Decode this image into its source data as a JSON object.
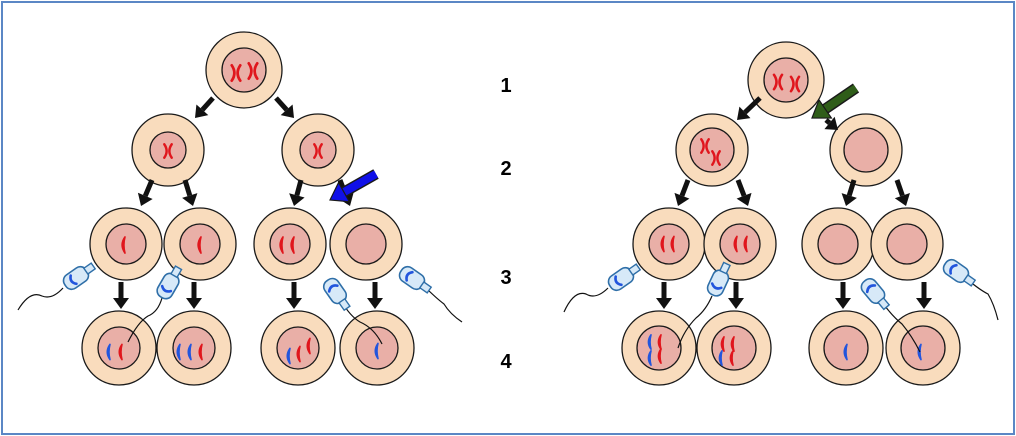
{
  "diagram": {
    "step_labels": [
      "1",
      "2",
      "3",
      "4"
    ],
    "colors": {
      "frame": "#5b87c5",
      "cell_fill": "#f9dcbd",
      "nucleus_fill": "#e9afa7",
      "outline": "#1a1a1a",
      "maternal_chromosome": "#e0161d",
      "paternal_chromosome": "#2255dd",
      "sperm_head": "#d7e9f8",
      "sperm_outline": "#2f6fa8",
      "left_pointer_arrow": "#1010e8",
      "right_pointer_arrow": "#2f5d19"
    },
    "icons": {
      "flow_arrow": "down-arrow-icon",
      "pointer_arrow": "pointer-arrow-icon",
      "sperm": "sperm-icon",
      "chromosome": "chromosome-icon"
    }
  }
}
